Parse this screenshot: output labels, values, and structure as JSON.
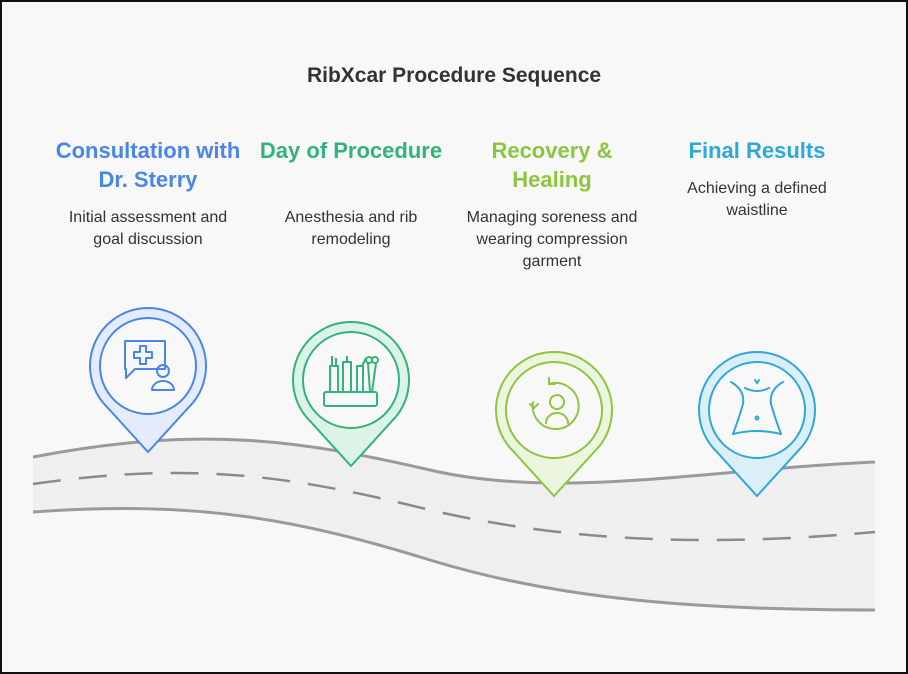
{
  "title": "RibXcar Procedure Sequence",
  "steps": [
    {
      "title": "Consultation with Dr. Sterry",
      "description": "Initial assessment and goal discussion",
      "color": "#4a86e8",
      "icon": "consultation-medical-icon"
    },
    {
      "title": "Day of Procedure",
      "description": "Anesthesia and rib remodeling",
      "color": "#33b37a",
      "icon": "surgical-tools-icon"
    },
    {
      "title": "Recovery & Healing",
      "description": "Managing soreness and wearing compression garment",
      "color": "#8cc63f",
      "icon": "recovery-person-icon"
    },
    {
      "title": "Final Results",
      "description": "Achieving a defined waistline",
      "color": "#2ea8d8",
      "icon": "waistline-torso-icon"
    }
  ]
}
